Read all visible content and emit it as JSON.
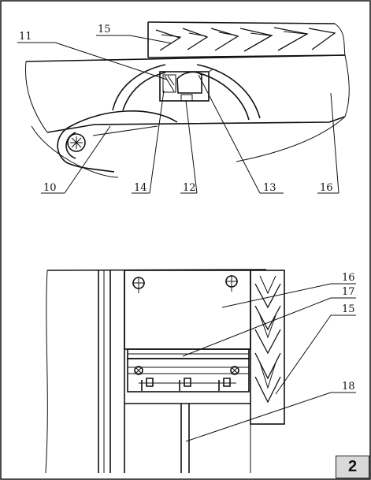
{
  "figure_number": "2",
  "top_view": {
    "callouts": {
      "c11": "11",
      "c15": "15",
      "c10": "10",
      "c14": "14",
      "c12": "12",
      "c13": "13",
      "c16": "16"
    }
  },
  "bottom_view": {
    "callouts": {
      "c16": "16",
      "c17": "17",
      "c15": "15",
      "c18": "18"
    }
  }
}
